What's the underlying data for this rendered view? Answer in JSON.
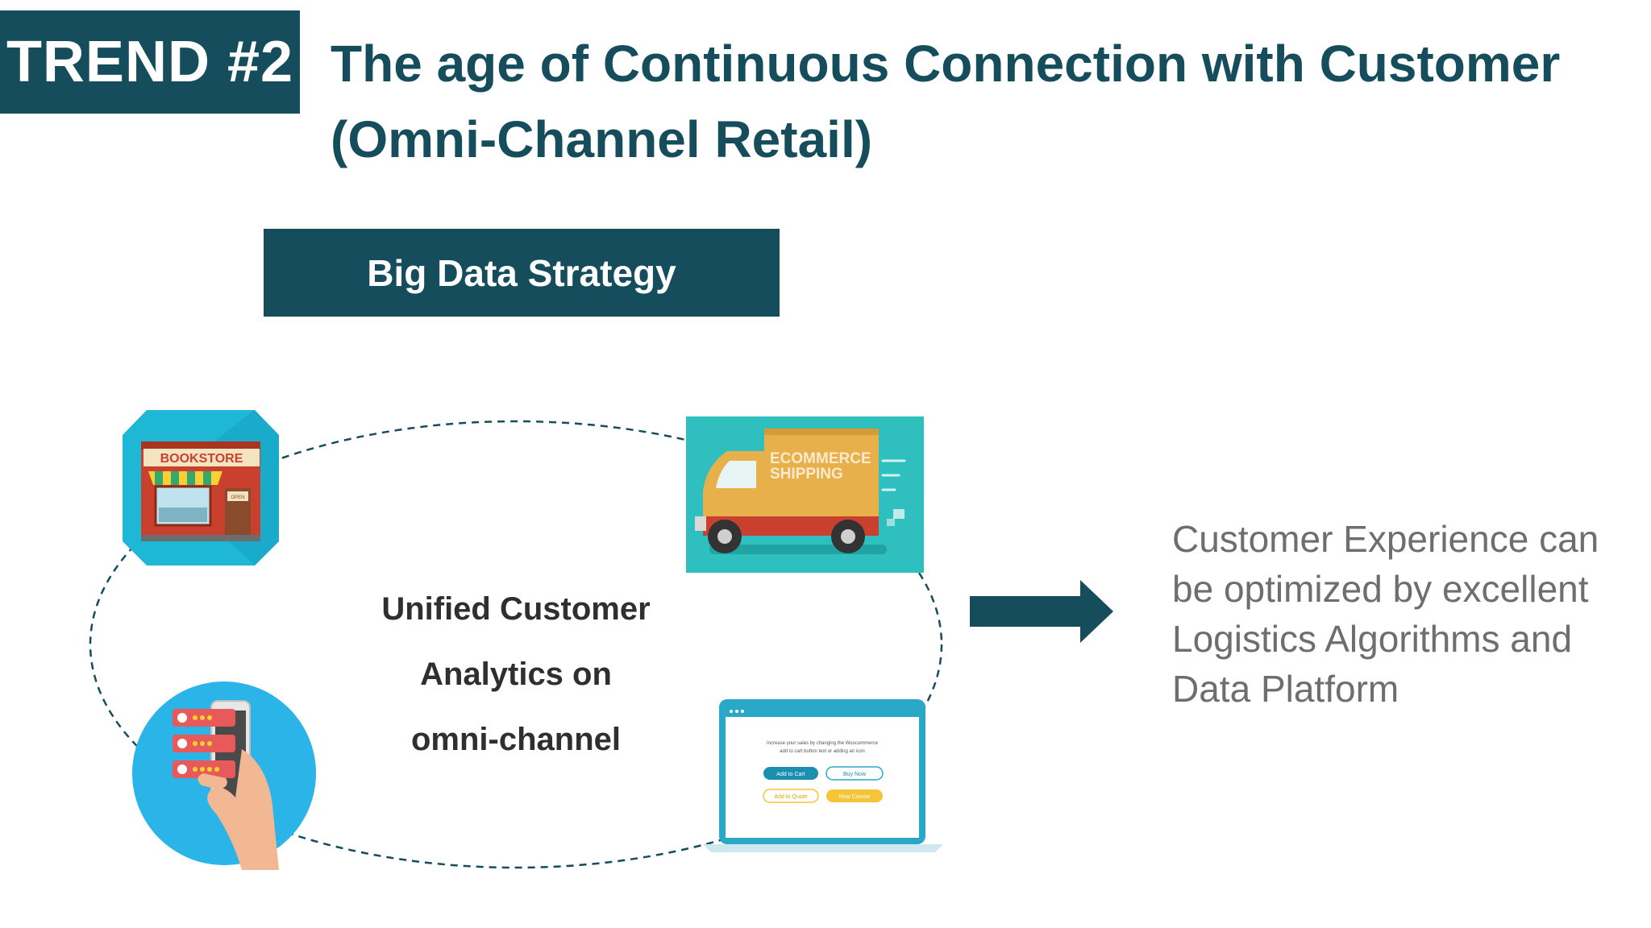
{
  "header": {
    "badge": "TREND #2",
    "title_line1": "The age of Continuous Connection with Customer",
    "title_line2": "(Omni-Channel Retail)"
  },
  "strategy": {
    "label": "Big Data Strategy"
  },
  "center": {
    "line1": "Unified Customer",
    "line2": "Analytics on",
    "line3": "omni-channel"
  },
  "channels": {
    "bookstore_sign": "BOOKSTORE",
    "bookstore_door": "OPEN",
    "truck_line1": "ECOMMERCE",
    "truck_line2": "SHIPPING",
    "laptop_text1": "Increase your sales by changing the Woocommerce",
    "laptop_text2": "add to cart button text or adding an icon",
    "laptop_btn1": "Add to Cart",
    "laptop_btn2": "Buy Now",
    "laptop_btn3": "Add to Quote",
    "laptop_btn4": "Now Course"
  },
  "result": {
    "line1": "Customer Experience can",
    "line2": "be optimized by excellent",
    "line3": "Logistics Algorithms and",
    "line4": "Data Platform"
  },
  "colors": {
    "primary": "#154d5c",
    "bookstore_bg": "#1fb7d6",
    "truck_bg": "#2fbfbf",
    "phone_bg": "#2bb4e8",
    "text_dark": "#2f2f2f",
    "text_gray": "#6e6e6e"
  }
}
